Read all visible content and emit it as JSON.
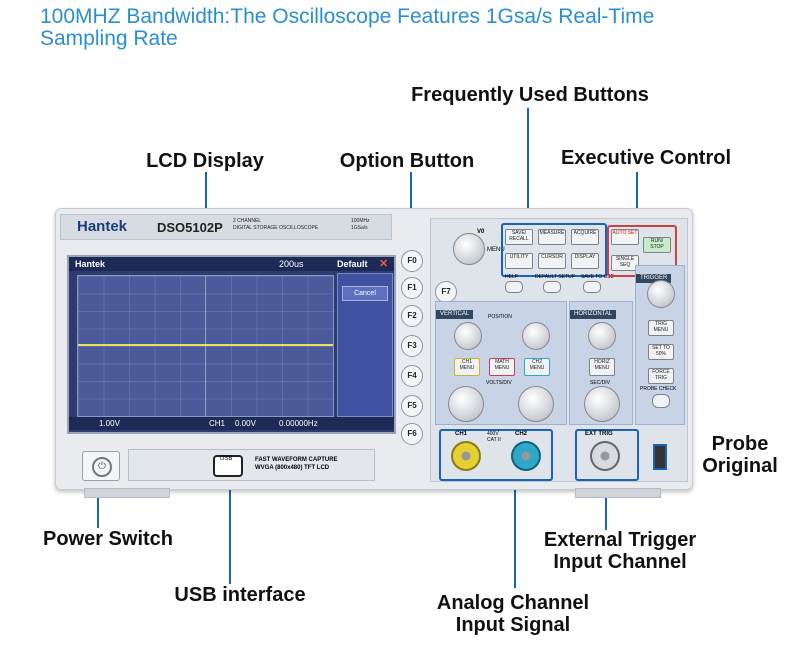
{
  "headline": {
    "line1": "100MHZ Bandwidth:The Oscilloscope Features 1Gsa/s Real-Time",
    "line2": "Sampling Rate"
  },
  "callouts": {
    "frequently_used": "Frequently Used Buttons",
    "lcd_display": "LCD Display",
    "option_button": "Option Button",
    "executive_control": "Executive Control",
    "probe_line1": "Probe",
    "probe_line2": "Original",
    "power_switch": "Power Switch",
    "external_trigger_line1": "External Trigger",
    "external_trigger_line2": "Input Channel",
    "usb_interface": "USB interface",
    "analog_line1": "Analog Channel",
    "analog_line2": "Input Signal"
  },
  "device": {
    "brand": "Hantek",
    "model": "DSO5102P",
    "subtitle_line1": "2 CHANNEL",
    "subtitle_line2": "DIGITAL STORAGE OSCILLOSCOPE",
    "spec_line1": "100MHz",
    "spec_line2": "1GSa/s",
    "usb_label": "USB",
    "usb_text_line1": "FAST WAVEFORM CAPTURE",
    "usb_text_line2": "WVGA (800x480) TFT LCD"
  },
  "screen": {
    "top_brand": "Hantek",
    "top_time": "200us",
    "top_default": "Default",
    "cancel": "Cancel",
    "ch1_volt": "1.00V",
    "ch1_label": "CH1",
    "trig_volt": "0.00V",
    "freq": "0.00000Hz"
  },
  "fbuttons": [
    "F0",
    "F1",
    "F2",
    "F3",
    "F4",
    "F5",
    "F6",
    "F7"
  ],
  "panel": {
    "v0": "V0",
    "menu": "MENU",
    "save_recall": "SAVE/ RECALL",
    "measure": "MEASURE",
    "acquire": "ACQUIRE",
    "utility": "UTILITY",
    "cursor": "CURSOR",
    "display": "DISPLAY",
    "help": "HELP",
    "default_setup": "DEFAULT SETUP",
    "save_to_usb": "SAVE TO USB",
    "auto_set": "AUTO SET",
    "run_stop": "RUN/ STOP",
    "single_seq": "SINGLE SEQ",
    "trigger": "TRIGGER",
    "vertical": "VERTICAL",
    "horizontal": "HORIZONTAL",
    "position": "POSITION",
    "ch1_menu": "CH1 MENU",
    "math_menu": "MATH MENU",
    "ch2_menu": "CH2 MENU",
    "horiz_menu": "HORIZ MENU",
    "volts_div": "VOLTS/DIV",
    "sec_div": "SEC/DIV",
    "trig_menu": "TRIG MENU",
    "set_to_50": "SET TO 50%",
    "force_trig": "FORCE TRIG",
    "probe_check": "PROBE CHECK",
    "ch1": "CH1",
    "ch2": "CH2",
    "ext_trig": "EXT TRIG",
    "cat_400v": "400V CAT II"
  },
  "colors": {
    "headline": "#2a8fd0",
    "callout_line": "#1a63b8",
    "ch1": "#e6cf33",
    "ch2": "#2ea7c8",
    "math": "#d23a5a"
  }
}
